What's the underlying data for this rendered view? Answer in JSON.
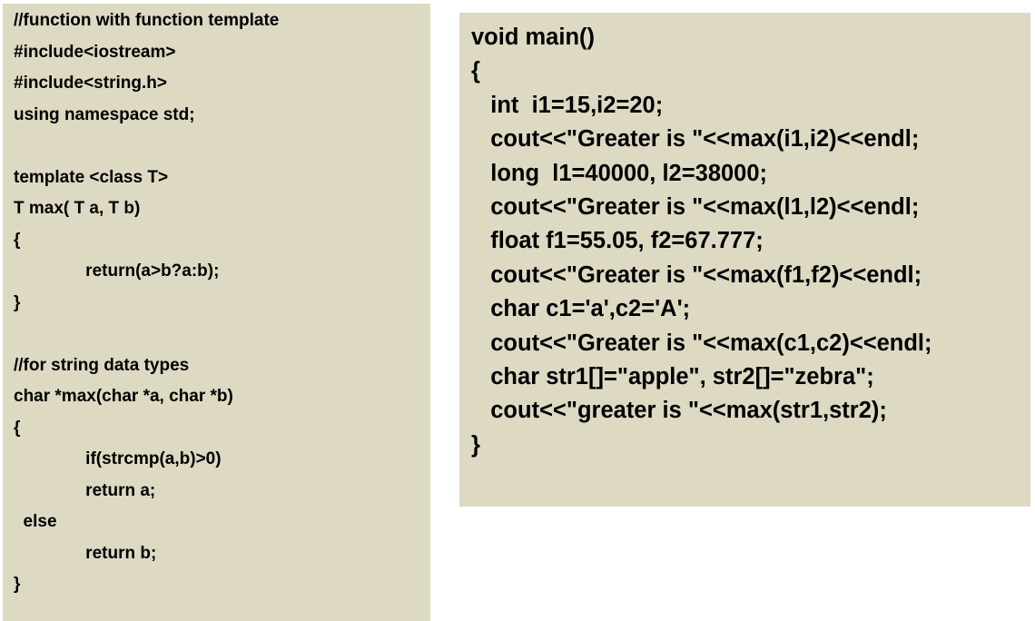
{
  "left_panel": {
    "lines": [
      "//function with function template",
      "#include<iostream>",
      "#include<string.h>",
      "using namespace std;",
      "",
      "template <class T>",
      "T max( T a, T b)",
      "{",
      "               return(a>b?a:b);",
      "}",
      "",
      "//for string data types",
      "char *max(char *a, char *b)",
      "{",
      "               if(strcmp(a,b)>0)",
      "               return a;",
      "  else",
      "               return b;",
      "}"
    ]
  },
  "right_panel": {
    "lines": [
      "void main()",
      "{",
      "   int  i1=15,i2=20;",
      "   cout<<\"Greater is \"<<max(i1,i2)<<endl;",
      "   long  l1=40000, l2=38000;",
      "   cout<<\"Greater is \"<<max(l1,l2)<<endl;",
      "   float f1=55.05, f2=67.777;",
      "   cout<<\"Greater is \"<<max(f1,f2)<<endl;",
      "   char c1='a',c2='A';",
      "   cout<<\"Greater is \"<<max(c1,c2)<<endl;",
      "   char str1[]=\"apple\", str2[]=\"zebra\";",
      "   cout<<\"greater is \"<<max(str1,str2);",
      "}"
    ]
  }
}
